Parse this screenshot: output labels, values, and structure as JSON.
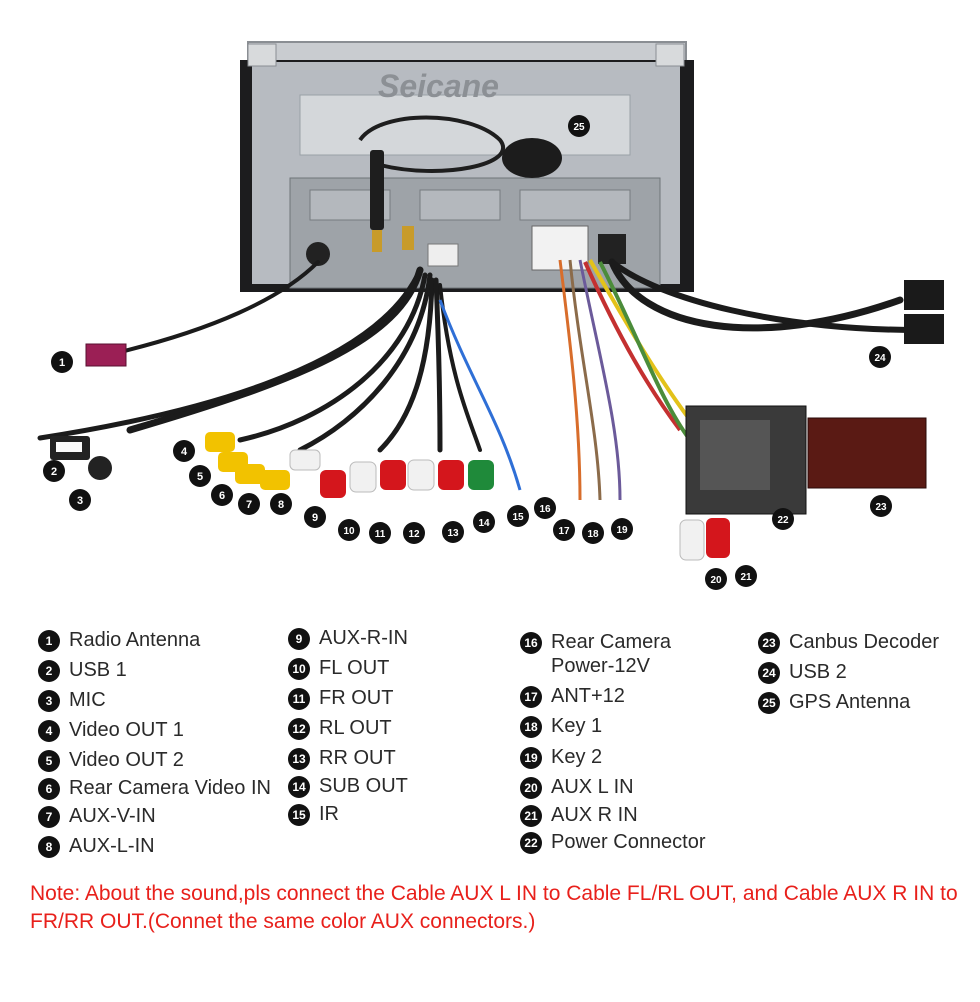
{
  "brand": "Seicane",
  "legend": {
    "col1": [
      {
        "n": "1",
        "label": "Radio Antenna"
      },
      {
        "n": "2",
        "label": "USB 1"
      },
      {
        "n": "3",
        "label": "MIC"
      },
      {
        "n": "4",
        "label": "Video OUT 1"
      },
      {
        "n": "5",
        "label": "Video OUT 2"
      },
      {
        "n": "6",
        "label": "Rear Camera Video IN"
      },
      {
        "n": "7",
        "label": "AUX-V-IN"
      },
      {
        "n": "8",
        "label": "AUX-L-IN"
      }
    ],
    "col2": [
      {
        "n": "9",
        "label": "AUX-R-IN"
      },
      {
        "n": "10",
        "label": "FL OUT"
      },
      {
        "n": "11",
        "label": "FR OUT"
      },
      {
        "n": "12",
        "label": "RL OUT"
      },
      {
        "n": "13",
        "label": "RR OUT"
      },
      {
        "n": "14",
        "label": "SUB OUT"
      },
      {
        "n": "15",
        "label": "IR"
      }
    ],
    "col3": [
      {
        "n": "16",
        "label": "Rear Camera\nPower-12V"
      },
      {
        "n": "17",
        "label": "ANT+12"
      },
      {
        "n": "18",
        "label": "Key 1"
      },
      {
        "n": "19",
        "label": "Key 2"
      },
      {
        "n": "20",
        "label": "AUX  L IN"
      },
      {
        "n": "21",
        "label": "AUX R IN"
      },
      {
        "n": "22",
        "label": "Power Connector"
      }
    ],
    "col4": [
      {
        "n": "23",
        "label": "Canbus Decoder"
      },
      {
        "n": "24",
        "label": "USB 2"
      },
      {
        "n": "25",
        "label": "GPS Antenna"
      }
    ]
  },
  "note": "Note: About the sound,pls connect the Cable AUX L IN to Cable FL/RL OUT, and Cable AUX R IN to  FR/RR OUT.(Connet the same color AUX connectors.)",
  "colors": {
    "note": "#e8201b",
    "badge": "#111111",
    "rca_yellow": "#f2c200",
    "rca_white": "#f1f1f1",
    "rca_red": "#d4161c",
    "rca_green": "#1f8a3a"
  }
}
